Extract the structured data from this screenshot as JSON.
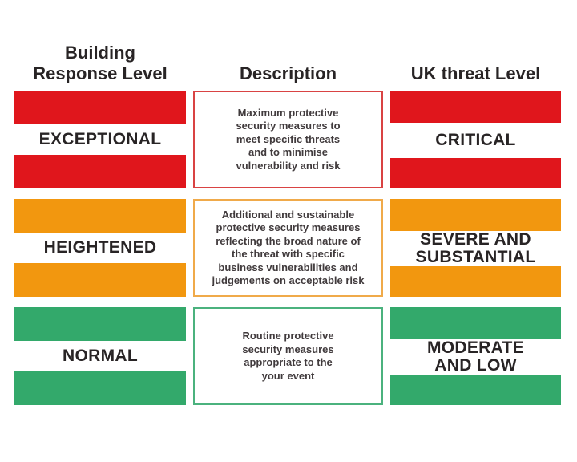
{
  "colors": {
    "red": "#e0161c",
    "orange": "#f2970f",
    "green": "#33a96b",
    "text": "#282425"
  },
  "columns": {
    "building": {
      "header": "Building\nResponse Level"
    },
    "description": {
      "header": "Description"
    },
    "uk_threat": {
      "header": "UK threat Level"
    }
  },
  "rows": [
    {
      "level": "exceptional",
      "color": "#e0161c",
      "box_border_color": "#d94343",
      "building_label": "EXCEPTIONAL",
      "uk_threat_label": "CRITICAL",
      "description": "Maximum protective\nsecurity measures to\nmeet specific threats\nand to minimise\nvulnerability and risk"
    },
    {
      "level": "heightened",
      "color": "#f2970f",
      "box_border_color": "#f0aa4a",
      "building_label": "HEIGHTENED",
      "uk_threat_label": "SEVERE AND\nSUBSTANTIAL",
      "description": "Additional and sustainable\nprotective security measures\nreflecting the broad nature of\nthe threat with specific\nbusiness vulnerabilities and\njudgements on acceptable risk"
    },
    {
      "level": "normal",
      "color": "#33a96b",
      "box_border_color": "#4bb27e",
      "building_label": "NORMAL",
      "uk_threat_label": "MODERATE\nAND LOW",
      "description": "Routine protective\nsecurity measures\nappropriate to the\nyour event"
    }
  ]
}
